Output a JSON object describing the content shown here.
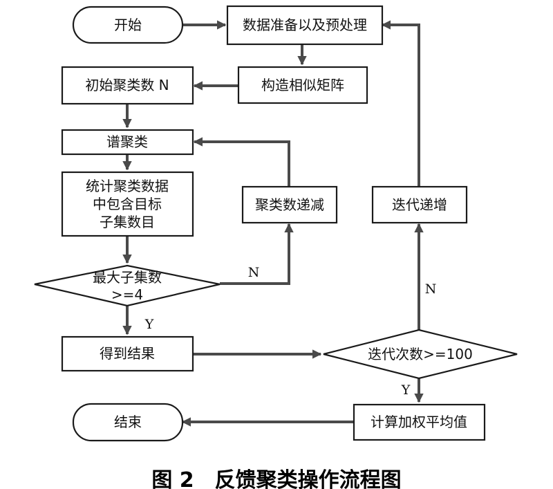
{
  "nodes": {
    "start": "开始",
    "prep": "数据准备以及预处理",
    "similarity": "构造相似矩阵",
    "init": "初始聚类数 N",
    "spectral": "谱聚类",
    "stats": [
      "统计聚类数据",
      "中包含目标",
      "子集数目"
    ],
    "decrement": "聚类数递减",
    "increment": "迭代递增",
    "decision1": [
      "最大子集数",
      ">=4"
    ],
    "result": "得到结果",
    "decision2": "迭代次数>=100",
    "weighted": "计算加权平均值",
    "end": "结束"
  },
  "edge_labels": {
    "d1_no": "N",
    "d1_yes": "Y",
    "d2_no": "N",
    "d2_yes": "Y"
  },
  "caption": "图 2　反馈聚类操作流程图"
}
